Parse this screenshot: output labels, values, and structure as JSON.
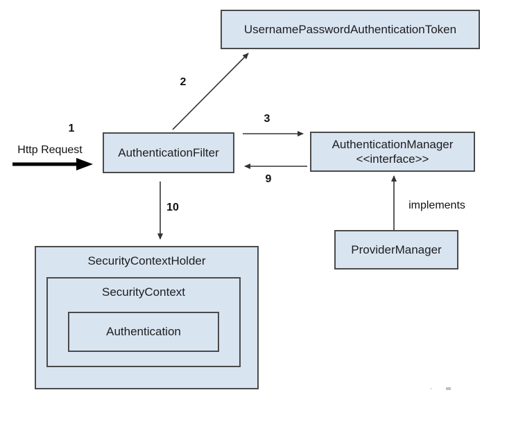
{
  "colors": {
    "box_fill": "#d9e4f1",
    "box_border": "#4a4a4a",
    "arrow": "#333333",
    "background": "#ffffff"
  },
  "nodes": {
    "token": {
      "label": "UsernamePasswordAuthenticationToken"
    },
    "filter": {
      "label": "AuthenticationFilter"
    },
    "manager": {
      "label": "AuthenticationManager",
      "stereotype": "<<interface>>"
    },
    "provider": {
      "label": "ProviderManager"
    },
    "holder": {
      "label": "SecurityContextHolder"
    },
    "context": {
      "label": "SecurityContext"
    },
    "authentication": {
      "label": "Authentication"
    }
  },
  "edges": {
    "request": {
      "number": "1",
      "label": "Http Request"
    },
    "create_token": {
      "number": "2"
    },
    "authenticate": {
      "number": "3"
    },
    "return_auth": {
      "number": "9"
    },
    "store_context": {
      "number": "10"
    },
    "implements": {
      "label": "implements"
    }
  }
}
